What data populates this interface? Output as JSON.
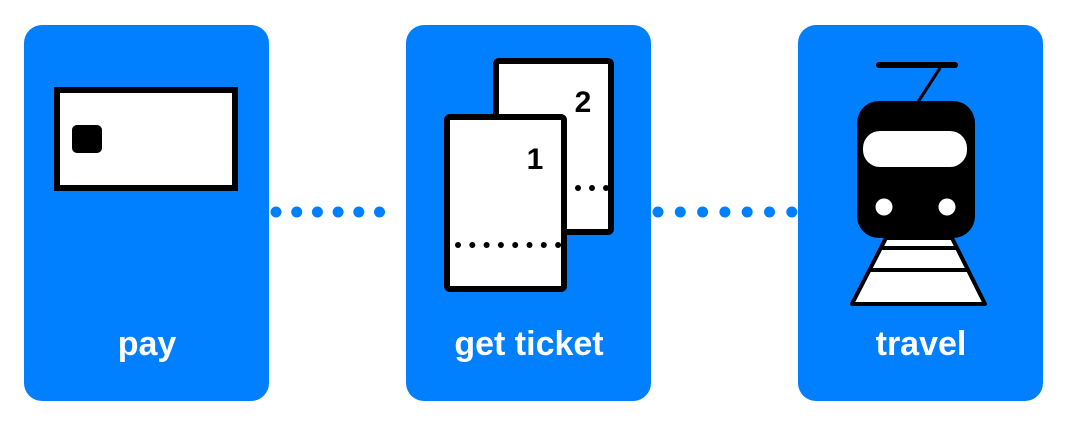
{
  "colors": {
    "panel": "#0080ff",
    "connector": "#0080ff"
  },
  "steps": [
    {
      "label": "pay",
      "icon": "credit-card-icon"
    },
    {
      "label": "get ticket",
      "icon": "tickets-icon",
      "ticket_numbers": [
        "1",
        "2"
      ]
    },
    {
      "label": "travel",
      "icon": "tram-icon"
    }
  ]
}
